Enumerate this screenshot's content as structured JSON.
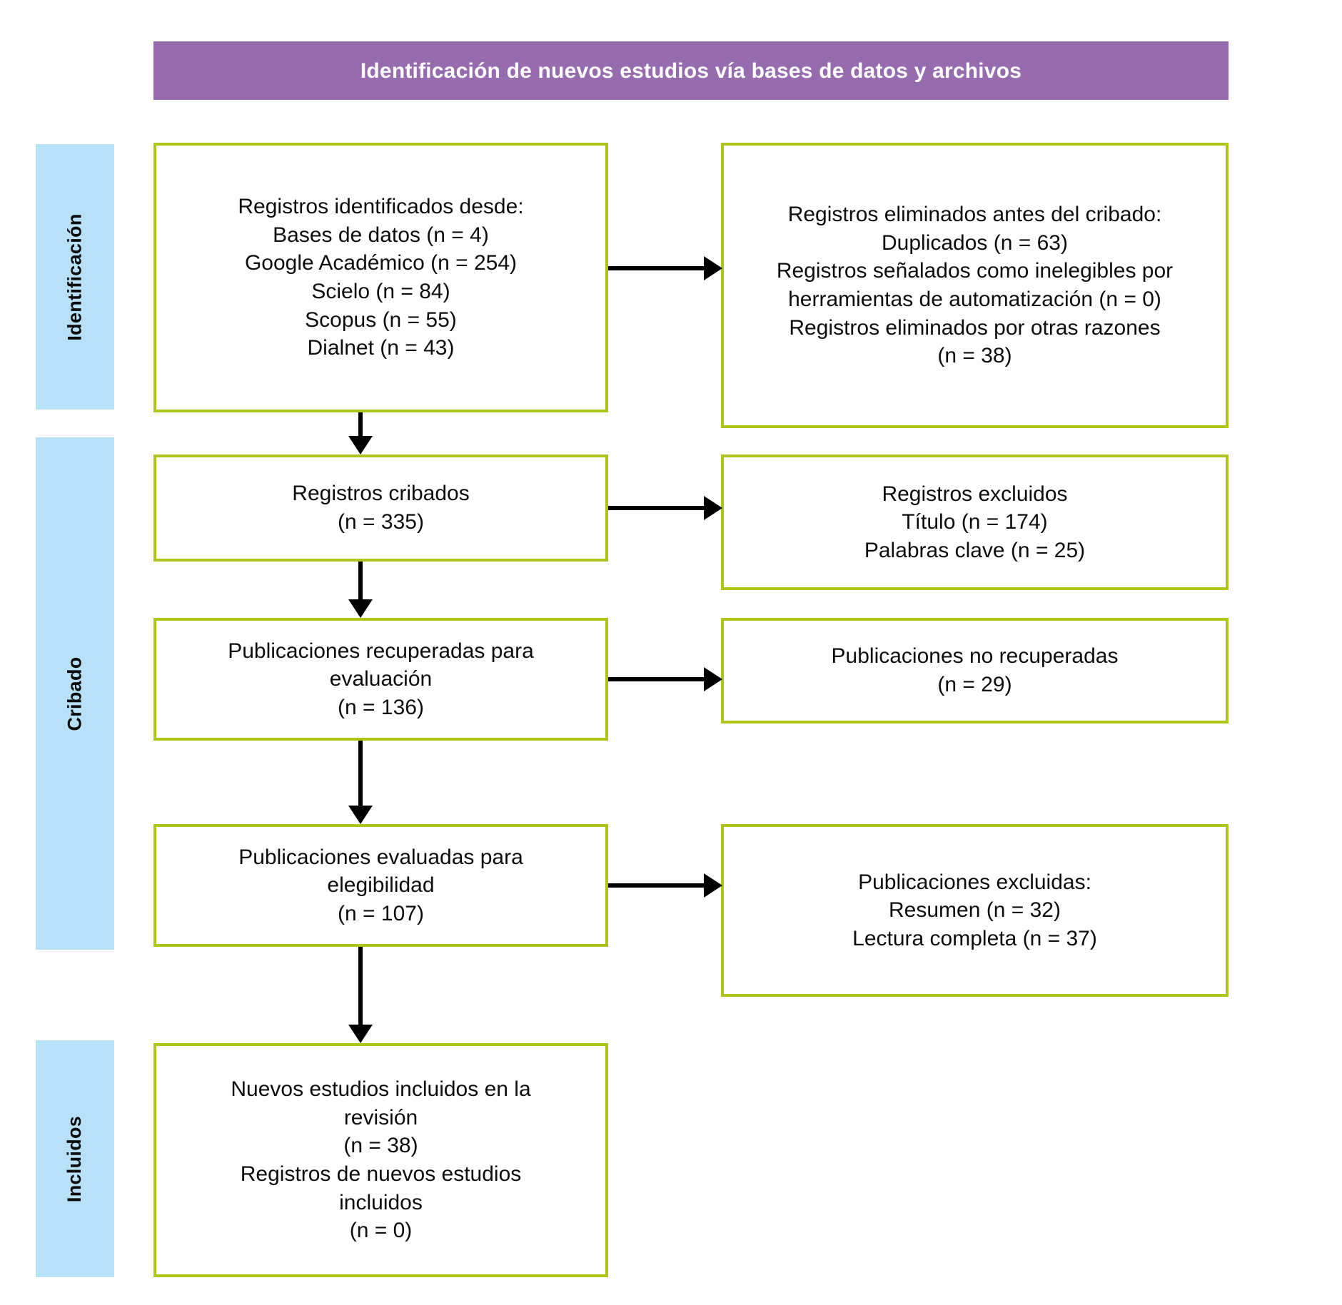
{
  "header": {
    "title": "Identificación de nuevos estudios vía bases de datos y archivos",
    "background_color": "#966CAE",
    "text_color": "#FFFFFF"
  },
  "theme": {
    "box_border_color": "#AEC417",
    "stage_bar_color": "#B8E0F7",
    "arrow_color": "#000000",
    "page_background": "#FFFFFF"
  },
  "stages": [
    {
      "id": "identificacion",
      "label": "Identificación"
    },
    {
      "id": "cribado",
      "label": "Cribado"
    },
    {
      "id": "incluidos",
      "label": "Incluidos"
    }
  ],
  "boxes": {
    "identificados": {
      "text": "Registros identificados desde:\nBases de datos (n = 4)\nGoogle Académico (n = 254)\nScielo (n = 84)\nScopus (n = 55)\nDialnet (n = 43)",
      "lines": [
        "Registros identificados desde:",
        "Bases de datos (n = 4)",
        "Google Académico (n = 254)",
        "Scielo (n = 84)",
        "Scopus (n = 55)",
        "Dialnet (n = 43)"
      ],
      "counts": {
        "bases_de_datos": 4,
        "google_academico": 254,
        "scielo": 84,
        "scopus": 55,
        "dialnet": 43
      }
    },
    "eliminados_antes_cribado": {
      "text": "Registros eliminados antes del cribado:\nDuplicados (n = 63)\nRegistros señalados como inelegibles por\nherramientas de automatización (n = 0)\nRegistros eliminados por otras razones\n(n = 38)",
      "lines": [
        "Registros eliminados antes del cribado:",
        "Duplicados (n = 63)",
        "Registros señalados como inelegibles por",
        "herramientas de automatización (n = 0)",
        "Registros eliminados por otras razones",
        "(n = 38)"
      ],
      "counts": {
        "duplicados": 63,
        "inelegibles_automatizacion": 0,
        "otras_razones": 38
      }
    },
    "cribados": {
      "text": "Registros cribados\n(n = 335)",
      "lines": [
        "Registros cribados",
        "(n = 335)"
      ],
      "counts": {
        "n": 335
      }
    },
    "registros_excluidos": {
      "text": "Registros excluidos\nTítulo (n = 174)\nPalabras clave (n = 25)",
      "lines": [
        "Registros excluidos",
        "Título (n = 174)",
        "Palabras clave (n = 25)"
      ],
      "counts": {
        "titulo": 174,
        "palabras_clave": 25
      }
    },
    "recuperadas": {
      "text": "Publicaciones recuperadas para\nevaluación\n(n = 136)",
      "lines": [
        "Publicaciones recuperadas para",
        "evaluación",
        "(n = 136)"
      ],
      "counts": {
        "n": 136
      }
    },
    "no_recuperadas": {
      "text": "Publicaciones no recuperadas\n(n = 29)",
      "lines": [
        "Publicaciones no recuperadas",
        "(n = 29)"
      ],
      "counts": {
        "n": 29
      }
    },
    "evaluadas": {
      "text": "Publicaciones evaluadas para\nelegibilidad\n(n = 107)",
      "lines": [
        "Publicaciones evaluadas para",
        "elegibilidad",
        "(n = 107)"
      ],
      "counts": {
        "n": 107
      }
    },
    "publicaciones_excluidas": {
      "text": "Publicaciones excluidas:\nResumen (n = 32)\nLectura completa (n = 37)",
      "lines": [
        "Publicaciones excluidas:",
        "Resumen (n = 32)",
        "Lectura completa (n = 37)"
      ],
      "counts": {
        "resumen": 32,
        "lectura_completa": 37
      }
    },
    "nuevos_incluidos": {
      "text": "Nuevos estudios incluidos en la\nrevisión\n(n = 38)\nRegistros de nuevos estudios\nincluidos\n(n = 0)",
      "lines": [
        "Nuevos estudios incluidos en la",
        "revisión",
        "(n = 38)",
        "Registros de nuevos estudios",
        "incluidos",
        "(n = 0)"
      ],
      "counts": {
        "nuevos_estudios": 38,
        "registros_nuevos_estudios": 0
      }
    }
  },
  "arrows": [
    {
      "id": "identificados-to-eliminados",
      "direction": "right"
    },
    {
      "id": "identificados-to-cribados",
      "direction": "down"
    },
    {
      "id": "cribados-to-excluidos",
      "direction": "right"
    },
    {
      "id": "cribados-to-recuperadas",
      "direction": "down"
    },
    {
      "id": "recuperadas-to-no-recuperadas",
      "direction": "right"
    },
    {
      "id": "recuperadas-to-evaluadas",
      "direction": "down"
    },
    {
      "id": "evaluadas-to-publicaciones-excluidas",
      "direction": "right"
    },
    {
      "id": "evaluadas-to-incluidos",
      "direction": "down"
    }
  ]
}
